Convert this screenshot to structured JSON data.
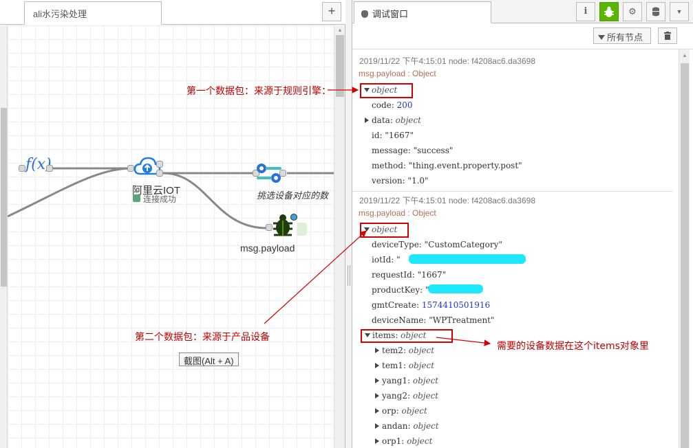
{
  "workspace": {
    "tab_title": "ali水污染处理",
    "add_tab_symbol": "+",
    "nodes": {
      "function_label": "f(x)",
      "aliyun_label": "阿里云IOT",
      "aliyun_status": "连接成功",
      "switch_label": "挑选设备对应的数",
      "debug_label": "msg.payload"
    },
    "screenshot_tooltip": "截图(Alt + A)"
  },
  "sidebar": {
    "title": "调试窗口",
    "filter_button": "所有节点",
    "messages": [
      {
        "meta": "2019/11/22 下午4:15:01   node: f4208ac6.da3698",
        "topic": "msg.payload : Object",
        "root_type": "object",
        "props": [
          {
            "key": "code",
            "value": "200",
            "kind": "num"
          },
          {
            "key": "data",
            "value": "object",
            "kind": "type",
            "expandable": true
          },
          {
            "key": "id",
            "value": "\"1667\"",
            "kind": "str"
          },
          {
            "key": "message",
            "value": "\"success\"",
            "kind": "str"
          },
          {
            "key": "method",
            "value": "\"thing.event.property.post\"",
            "kind": "str"
          },
          {
            "key": "version",
            "value": "\"1.0\"",
            "kind": "str"
          }
        ]
      },
      {
        "meta": "2019/11/22 下午4:15:01   node: f4208ac6.da3698",
        "topic": "msg.payload : Object",
        "root_type": "object",
        "props": [
          {
            "key": "deviceType",
            "value": "\"CustomCategory\"",
            "kind": "str"
          },
          {
            "key": "iotId",
            "value": "\"",
            "kind": "str"
          },
          {
            "key": "requestId",
            "value": "\"1667\"",
            "kind": "str"
          },
          {
            "key": "productKey",
            "value": "\"",
            "kind": "str"
          },
          {
            "key": "gmtCreate",
            "value": "1574410501916",
            "kind": "num"
          },
          {
            "key": "deviceName",
            "value": "\"WPTreatment\"",
            "kind": "str"
          }
        ],
        "items": {
          "key": "items",
          "type": "object",
          "children": [
            {
              "key": "tem2",
              "type": "object"
            },
            {
              "key": "tem1",
              "type": "object"
            },
            {
              "key": "yang1",
              "type": "object"
            },
            {
              "key": "yang2",
              "type": "object"
            },
            {
              "key": "orp",
              "type": "object"
            },
            {
              "key": "andan",
              "type": "object"
            },
            {
              "key": "orp1",
              "type": "object"
            }
          ]
        }
      }
    ]
  },
  "annotations": {
    "first_packet": "第一个数据包：来源于规则引擎：",
    "second_packet": "第二个数据包：来源于产品设备",
    "items_note": "需要的设备数据在这个items对象里"
  },
  "colors": {
    "annotation_red": "#d40000",
    "debug_active_green": "#5ab600",
    "debug_node_dark": "#1f3d0c",
    "aliyun_blue": "#1a7fe0",
    "number_blue": "#2033d6",
    "topic_brown": "#b36e54"
  }
}
